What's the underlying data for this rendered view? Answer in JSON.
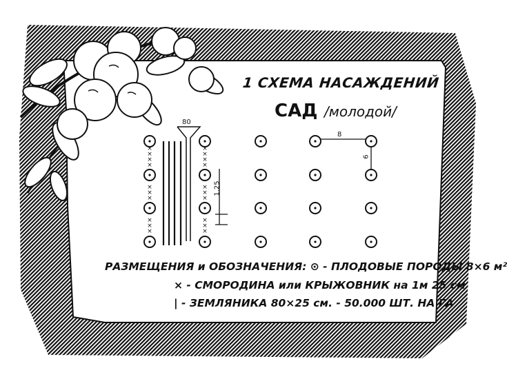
{
  "title": {
    "line1": "1 СХЕМА НАСАЖДЕНИЙ",
    "line2_main": "САД",
    "line2_sub": "/молодой/"
  },
  "scheme": {
    "label_row_width": "80",
    "label_tree_spacing_x": "8",
    "label_tree_spacing_y": "6",
    "label_shrub_spacing": "1,25"
  },
  "legend": {
    "line1": "РАЗМЕЩЕНИЯ и ОБОЗНАЧЕНИЯ: ⊙ - ПЛОДОВЫЕ ПОРОДЫ 8×6 м²",
    "line2": "× - СМОРОДИНА или КРЫЖОВНИК на 1м 25 см",
    "line3": "| - ЗЕМЛЯНИКА 80×25 см. - 50.000 ШТ. НА ГА"
  },
  "colors": {
    "ink": "#111111",
    "paper": "#ffffff"
  },
  "icons": [
    "apple-branch-illustration",
    "tree-symbol",
    "currant-symbol",
    "strawberry-row-symbol"
  ]
}
